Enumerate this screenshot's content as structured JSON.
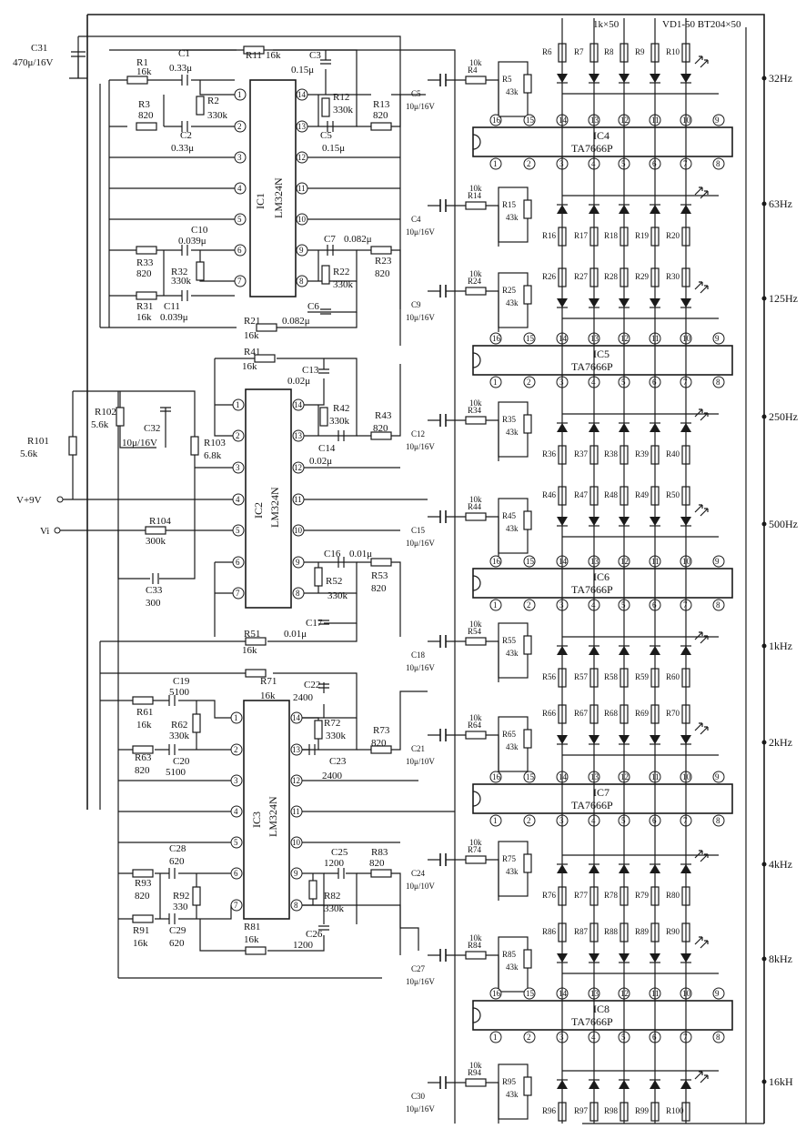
{
  "title": "",
  "header": {
    "c31": "C31",
    "c31_value": "470μ/16V",
    "led_array": "1k×50",
    "led_type": "VD1-50 BT204×50"
  },
  "inputs": {
    "vplus": "V+9V",
    "vi": "Vi"
  },
  "opamps": [
    {
      "name": "IC1",
      "part": "LM324N"
    },
    {
      "name": "IC2",
      "part": "LM324N"
    },
    {
      "name": "IC3",
      "part": "LM324N"
    }
  ],
  "drivers": [
    {
      "name": "IC4",
      "part": "TA7666P"
    },
    {
      "name": "IC5",
      "part": "TA7666P"
    },
    {
      "name": "IC6",
      "part": "TA7666P"
    },
    {
      "name": "IC7",
      "part": "TA7666P"
    },
    {
      "name": "IC8",
      "part": "TA7666P"
    }
  ],
  "bands": [
    "32Hz",
    "63Hz",
    "125Hz",
    "250Hz",
    "500Hz",
    "1kHz",
    "2kHz",
    "4kHz",
    "8kHz",
    "16kH"
  ],
  "components": {
    "r1": "R1",
    "r1v": "16k",
    "c1": "C1",
    "c1v": "0.33μ",
    "r2": "R2",
    "r2v": "330k",
    "r3": "R3",
    "r3v": "820",
    "c2": "C2",
    "c2v": "0.33μ",
    "r11": "R11",
    "r11v": "16k",
    "c3": "C3",
    "c3v": "0.15μ",
    "r12": "R12",
    "r12v": "330k",
    "r13": "R13",
    "r13v": "820",
    "c5": "C5",
    "c5v": "0.15μ",
    "c10": "C10",
    "c10v": "0.039μ",
    "r33": "R33",
    "r33v": "820",
    "r32": "R32",
    "r32v": "330k",
    "r31": "R31",
    "r31v": "16k",
    "c11": "C11",
    "c11v": "0.039μ",
    "c7": "C7",
    "c7v": "0.082μ",
    "r22": "R22",
    "r22v": "330k",
    "r23": "R23",
    "r23v": "820",
    "c6": "C6",
    "c6v": "0.082μ",
    "r21": "R21",
    "r21v": "16k",
    "r41": "R41",
    "r41v": "16k",
    "c13": "C13",
    "c13v": "0.02μ",
    "r42": "R42",
    "r42v": "330k",
    "r43": "R43",
    "r43v": "820",
    "c14": "C14",
    "c14v": "0.02μ",
    "r102": "R102",
    "r102v": "5.6k",
    "c32": "C32",
    "c32v": "10μ/16V",
    "r101": "R101",
    "r101v": "5.6k",
    "r103": "R103",
    "r103v": "6.8k",
    "r104": "R104",
    "r104v": "300k",
    "c33": "C33",
    "c33v": "300",
    "c16": "C16",
    "c16v": "0.01μ",
    "r52": "R52",
    "r52v": "330k",
    "r53": "R53",
    "r53v": "820",
    "c17": "C17",
    "c17v": "0.01μ",
    "r51": "R51",
    "r51v": "16k",
    "c19": "C19",
    "c19v": "5100",
    "r61": "R61",
    "r61v": "16k",
    "r62": "R62",
    "r62v": "330k",
    "r63": "R63",
    "r63v": "820",
    "c20": "C20",
    "c20v": "5100",
    "r71": "R71",
    "r71v": "16k",
    "c22": "C22",
    "c22v": "2400",
    "r72": "R72",
    "r72v": "330k",
    "r73": "R73",
    "r73v": "820",
    "c23": "C23",
    "c23v": "2400",
    "c28": "C28",
    "c28v": "620",
    "r93": "R93",
    "r93v": "820",
    "r92": "R92",
    "r92v": "330",
    "r91": "R91",
    "r91v": "16k",
    "c29": "C29",
    "c29v": "620",
    "c25": "C25",
    "c25v": "1200",
    "r83": "R83",
    "r83v": "820",
    "r82": "R82",
    "r82v": "330k",
    "r81": "R81",
    "r81v": "16k",
    "c26": "C26",
    "c26v": "1200",
    "c9a": "C5",
    "c9av": "10μ/16V",
    "r4": "R4",
    "r4v": "10k",
    "r5": "R5",
    "r5v": "43k",
    "c4": "C4",
    "c4v": "10μ/16V",
    "r14": "R14",
    "r14v": "10k",
    "r15": "R15",
    "r15v": "43k",
    "c9": "C9",
    "c9v": "10μ/16V",
    "r24": "R24",
    "r24v": "10k",
    "r25": "R25",
    "r25v": "43k",
    "c12": "C12",
    "c12v": "10μ/16V",
    "r34": "R34",
    "r34v": "10k",
    "r35": "R35",
    "r35v": "43k",
    "c15": "C15",
    "c15v": "10μ/16V",
    "r44": "R44",
    "r44v": "10k",
    "r45": "R45",
    "r45v": "43k",
    "c18": "C18",
    "c18v": "10μ/16V",
    "r54": "R54",
    "r54v": "10k",
    "r55": "R55",
    "r55v": "43k",
    "c21": "C21",
    "c21v": "10μ/10V",
    "r64": "R64",
    "r64v": "10k",
    "r65": "R65",
    "r65v": "43k",
    "c24": "C24",
    "c24v": "10μ/10V",
    "r74": "R74",
    "r74v": "10k",
    "r75": "R75",
    "r75v": "43k",
    "c27": "C27",
    "c27v": "10μ/16V",
    "r84": "R84",
    "r84v": "10k",
    "r85": "R85",
    "r85v": "43k",
    "c30": "C30",
    "c30v": "10μ/16V",
    "r94": "R94",
    "r94v": "10k",
    "r95": "R95",
    "r95v": "43k"
  },
  "led_resistors": {
    "row_ic4_top": [
      "R6",
      "R7",
      "R8",
      "R9",
      "R10"
    ],
    "row_ic4_bot": [
      "R16",
      "R17",
      "R18",
      "R19",
      "R20"
    ],
    "row_ic5_top": [
      "R26",
      "R27",
      "R28",
      "R29",
      "R30"
    ],
    "row_ic5_bot": [
      "R36",
      "R37",
      "R38",
      "R39",
      "R40"
    ],
    "row_ic6_top": [
      "R46",
      "R47",
      "R48",
      "R49",
      "R50"
    ],
    "row_ic6_bot": [
      "R56",
      "R57",
      "R58",
      "R59",
      "R60"
    ],
    "row_ic7_top": [
      "R66",
      "R67",
      "R68",
      "R69",
      "R70"
    ],
    "row_ic7_bot": [
      "R76",
      "R77",
      "R78",
      "R79",
      "R80"
    ],
    "row_ic8_top": [
      "R86",
      "R87",
      "R88",
      "R89",
      "R90"
    ],
    "row_ic8_bot": [
      "R96",
      "R97",
      "R98",
      "R99",
      "R100"
    ]
  },
  "pins_top": [
    "16",
    "15",
    "14",
    "13",
    "12",
    "11",
    "10",
    "9"
  ],
  "pins_bottom": [
    "1",
    "2",
    "3",
    "4",
    "5",
    "6",
    "7",
    "8"
  ],
  "opamp_pins": [
    "1",
    "2",
    "3",
    "4",
    "5",
    "6",
    "7",
    "14",
    "13",
    "12",
    "11",
    "10",
    "9",
    "8"
  ]
}
